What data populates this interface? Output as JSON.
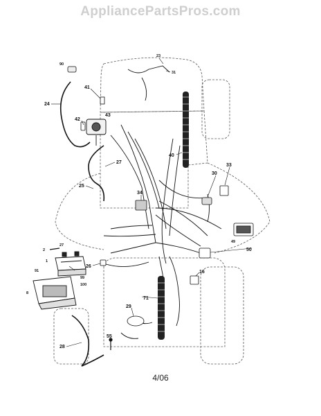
{
  "header": {
    "watermark": "AppliancePartsPros.com"
  },
  "footer": {
    "revision": "4/06"
  },
  "callouts": {
    "c23": "23",
    "c31": "31",
    "c90": "90",
    "c41": "41",
    "c24": "24",
    "c42": "42",
    "c43": "43",
    "c40": "40",
    "c27a": "27",
    "c25": "25",
    "c30": "30",
    "c33": "33",
    "c34": "34",
    "c2": "2",
    "c27b": "27",
    "c1": "1",
    "c91": "91",
    "c99": "99",
    "c100": "100",
    "c8": "8",
    "c26": "26",
    "c49": "49",
    "c50": "50",
    "c16": "16",
    "c71": "71",
    "c29": "29",
    "c28": "28",
    "c55": "55"
  }
}
